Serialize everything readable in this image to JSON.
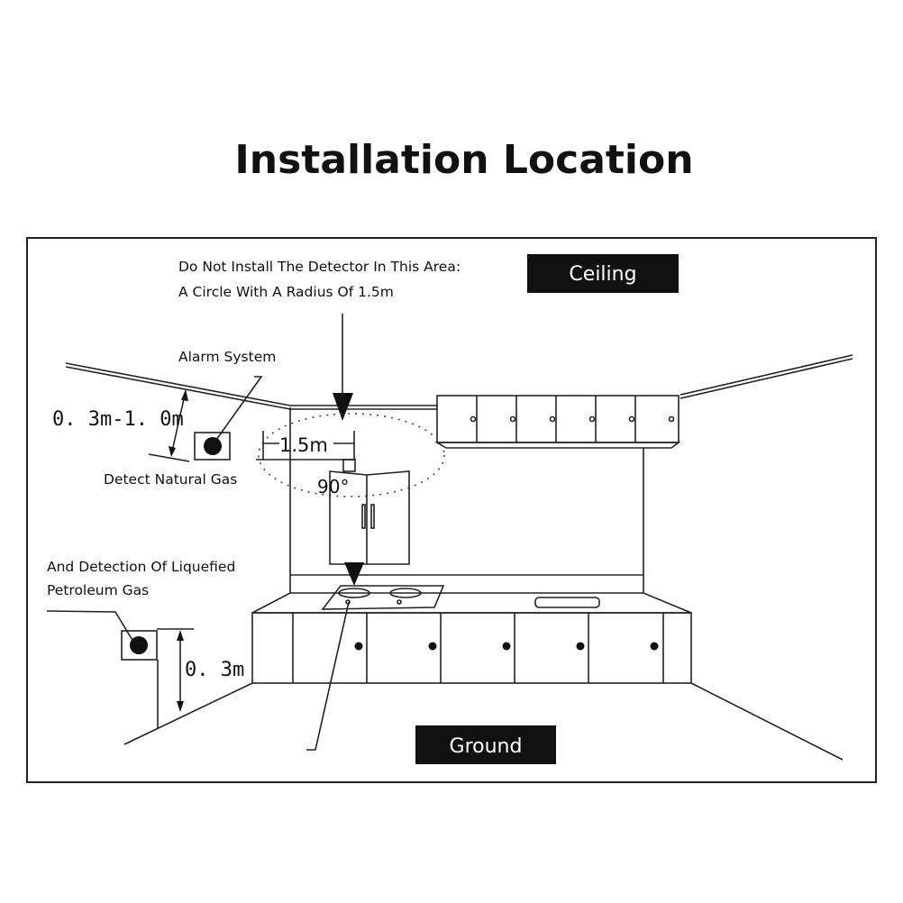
{
  "title": "Installation Location",
  "labels": {
    "ceiling": "Ceiling",
    "ground": "Ground",
    "warning_line1": "Do Not Install The Detector In This Area:",
    "warning_line2": "A Circle With A Radius Of 1.5m",
    "alarm_system": "Alarm System",
    "detect_natural_gas": "Detect Natural Gas",
    "lpg_line1": "And Detection Of Liquefied",
    "lpg_line2": "Petroleum Gas"
  },
  "dimensions": {
    "natural_gas_range": "0. 3m-1. 0m",
    "lpg_height": "0. 3m",
    "radius": "1.5m",
    "angle": "90°"
  },
  "colors": {
    "label_box": "#111111",
    "line": "#222222"
  }
}
